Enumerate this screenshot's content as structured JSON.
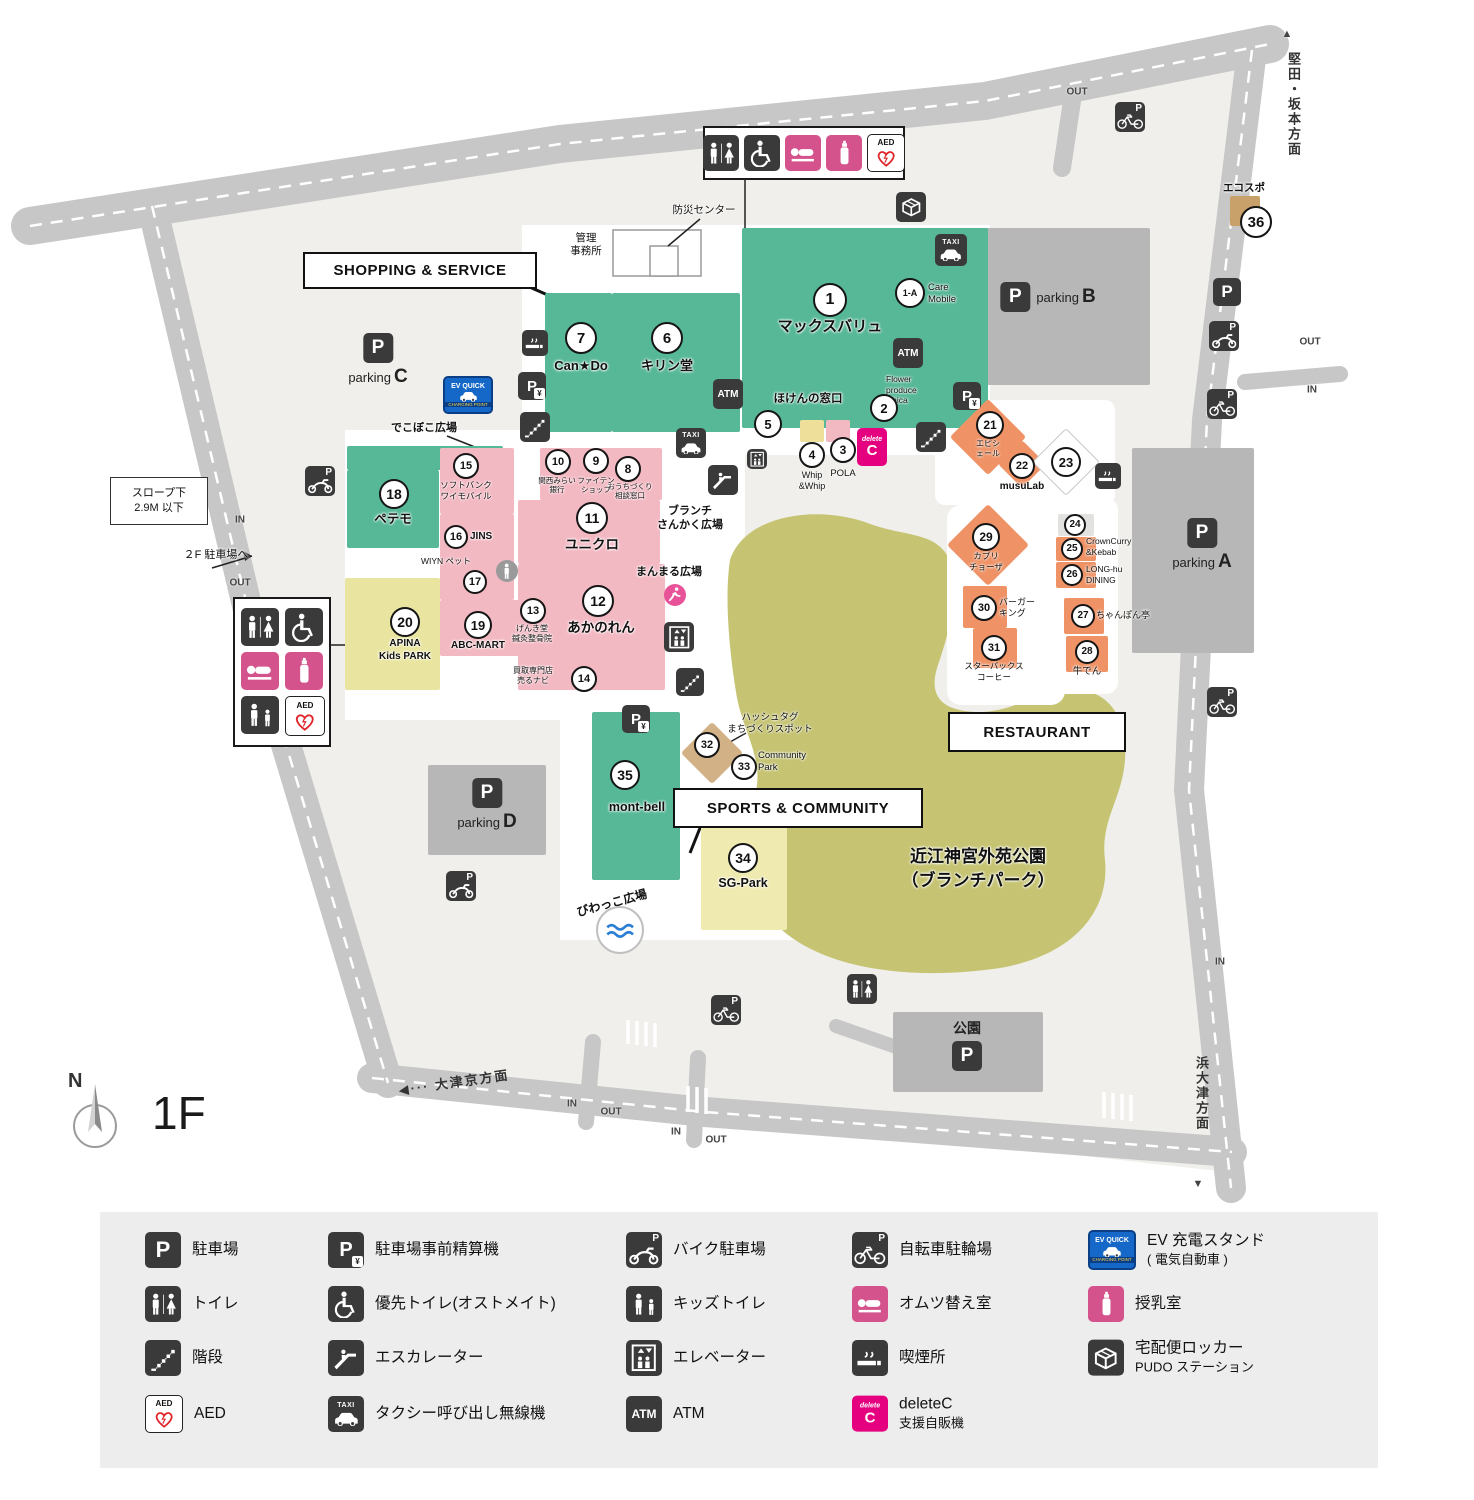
{
  "glyphs": {
    "p": "P",
    "yen": "¥",
    "atm": "ATM",
    "taxi": "TAXI",
    "aed": "AED",
    "ev_top": "EV QUICK",
    "ev_bottom": "CHARGING POINT",
    "delete_word": "delete",
    "delete_c": "C",
    "compass": "N",
    "floor": "1F"
  },
  "sections": {
    "shopping": "SHOPPING & SERVICE",
    "restaurant": "RESTAURANT",
    "sports": "SPORTS & COMMUNITY"
  },
  "streets": {
    "katata": "堅田・坂本方面",
    "hamaotsu": "浜大津方面",
    "otsukyo": "大津京方面",
    "arrow_up": "▲",
    "arrow_down": "▼",
    "arrow_left": "◀···"
  },
  "directions": {
    "in": "IN",
    "out": "OUT"
  },
  "areas": {
    "park_name": "近江神宮外苑公園\n（ブランチパーク）",
    "kouen": "公園",
    "dekoboko": "でこぼこ広場",
    "sankaku": "ブランチ\nさんかく広場",
    "manmaru": "まんまる広場",
    "biwakko": "びわっこ広場",
    "kanri": "管理\n事務所",
    "bousai": "防災センター",
    "hoken": "ほけんの窓口",
    "flower": "Flower\nproduce\nichica",
    "slope": "スロープ下\n2.9M 以下",
    "to2f": "２F 駐車場へ"
  },
  "parkings": {
    "a": "A",
    "b": "B",
    "c": "C",
    "d": "D",
    "word": "parking"
  },
  "stores": {
    "1": {
      "num": "1",
      "name": "マックスバリュ"
    },
    "1A": {
      "num": "1-A",
      "name": "Care\nMobile"
    },
    "2": {
      "num": "2",
      "name": "ほけんの窓口"
    },
    "3": {
      "num": "3",
      "name": "POLA"
    },
    "4": {
      "num": "4",
      "name": "Whip\n&Whip"
    },
    "5": {
      "num": "5",
      "name": ""
    },
    "6": {
      "num": "6",
      "name": "キリン堂"
    },
    "7": {
      "num": "7",
      "name": "Can★Do"
    },
    "8": {
      "num": "8",
      "name": "おうちづくり\n相談窓口"
    },
    "9": {
      "num": "9",
      "name": "ファイテン\nショップ"
    },
    "10": {
      "num": "10",
      "name": "関西みらい\n銀行"
    },
    "11": {
      "num": "11",
      "name": "ユニクロ"
    },
    "12": {
      "num": "12",
      "name": "あかのれん"
    },
    "13": {
      "num": "13",
      "name": "げんき堂\n鍼灸整骨院"
    },
    "14": {
      "num": "14",
      "name": "買取専門店\n売るナビ"
    },
    "15": {
      "num": "15",
      "name": "ソフトバンク\nワイモバイル"
    },
    "16": {
      "num": "16",
      "name": "JINS"
    },
    "17": {
      "num": "17",
      "name": "WIYN ペット"
    },
    "18": {
      "num": "18",
      "name": "ペテモ"
    },
    "19": {
      "num": "19",
      "name": "ABC-MART"
    },
    "20": {
      "num": "20",
      "name": "APINA\nKids PARK"
    },
    "21": {
      "num": "21",
      "name": "エピシ\nェール"
    },
    "22": {
      "num": "22",
      "name": "musuLab"
    },
    "23": {
      "num": "23",
      "name": ""
    },
    "24": {
      "num": "24",
      "name": ""
    },
    "25": {
      "num": "25",
      "name": "CrownCurry\n&Kebab"
    },
    "26": {
      "num": "26",
      "name": "LONG-hu\nDINING"
    },
    "27": {
      "num": "27",
      "name": "ちゃんぽん亭"
    },
    "28": {
      "num": "28",
      "name": "牛でん"
    },
    "29": {
      "num": "29",
      "name": "カプリ\nチョーザ"
    },
    "30": {
      "num": "30",
      "name": "バーガー\nキング"
    },
    "31": {
      "num": "31",
      "name": "スターバックス\nコーヒー"
    },
    "32": {
      "num": "32",
      "name": "ハッシュタグ\nまちづくりスポット"
    },
    "33": {
      "num": "33",
      "name": "Community\nPark"
    },
    "34": {
      "num": "34",
      "name": "SG-Park"
    },
    "35": {
      "num": "35",
      "name": "mont-bell"
    },
    "36": {
      "num": "36",
      "name": "エコスポ"
    }
  },
  "legend": {
    "items": [
      {
        "icon": "parking",
        "label": "駐車場"
      },
      {
        "icon": "toilet",
        "label": "トイレ"
      },
      {
        "icon": "stairs",
        "label": "階段"
      },
      {
        "icon": "aed",
        "label": "AED"
      },
      {
        "icon": "parking-pay",
        "label": "駐車場事前精算機"
      },
      {
        "icon": "accessible-toilet",
        "label": "優先トイレ(オストメイト)"
      },
      {
        "icon": "escalator",
        "label": "エスカレーター"
      },
      {
        "icon": "taxi",
        "label": "タクシー呼び出し無線機"
      },
      {
        "icon": "moto-parking",
        "label": "バイク駐車場"
      },
      {
        "icon": "kids-toilet",
        "label": "キッズトイレ"
      },
      {
        "icon": "elevator",
        "label": "エレベーター"
      },
      {
        "icon": "atm",
        "label": "ATM"
      },
      {
        "icon": "bicycle-parking",
        "label": "自転車駐輪場"
      },
      {
        "icon": "diaper",
        "label": "オムツ替え室"
      },
      {
        "icon": "smoking",
        "label": "喫煙所"
      },
      {
        "icon": "deletec",
        "label": "deleteC",
        "label2": "支援自販機"
      },
      {
        "icon": "ev-charge",
        "label": "EV 充電スタンド",
        "label2": "( 電気自動車 )"
      },
      {
        "icon": "nursing",
        "label": "授乳室"
      },
      {
        "icon": "locker",
        "label": "宅配便ロッカー",
        "label2": "PUDO ステーション"
      }
    ]
  }
}
